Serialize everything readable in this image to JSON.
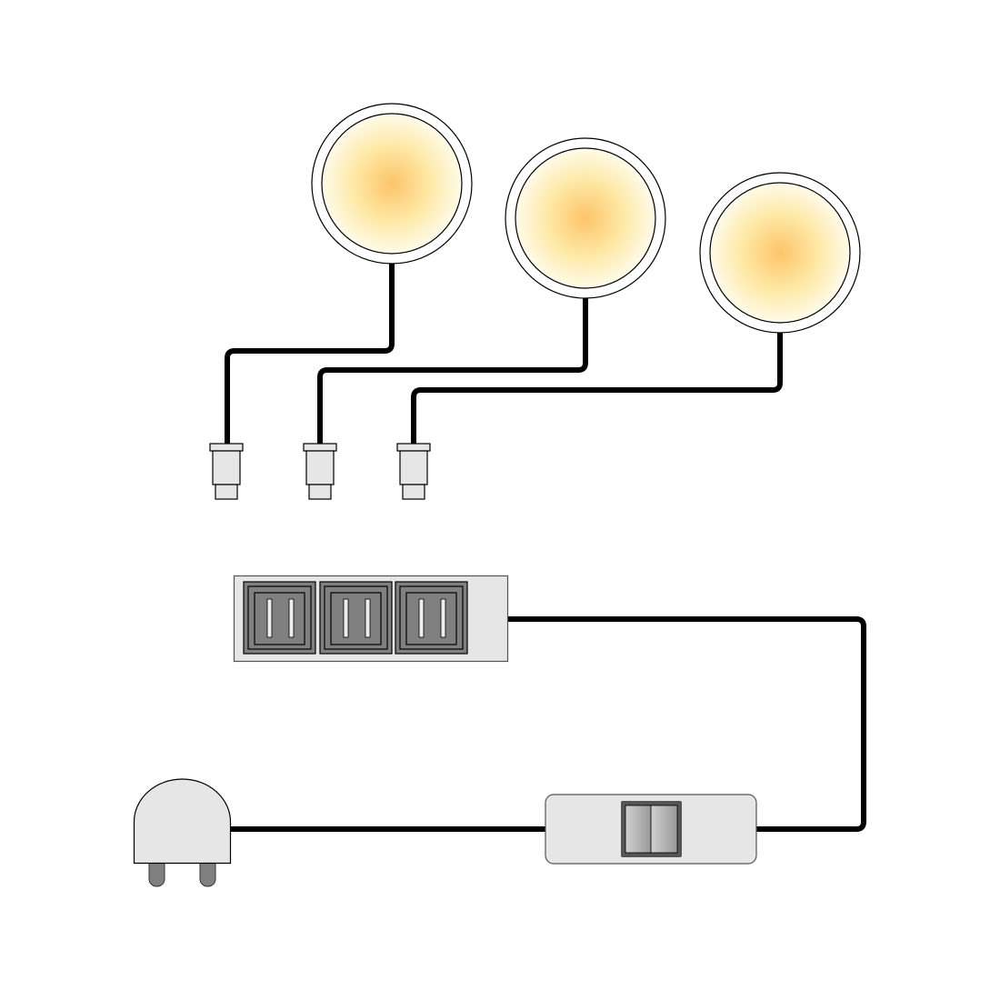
{
  "diagram": {
    "lights": [
      {
        "name": "light-1"
      },
      {
        "name": "light-2"
      },
      {
        "name": "light-3"
      }
    ],
    "colors": {
      "wire": "#000000",
      "light_center": "#fdc46a",
      "light_edge": "#fffbe8",
      "housing": "#e6e6e6",
      "socket": "#808080",
      "prong": "#808080"
    },
    "icons": [
      "light-icon",
      "connector-icon",
      "power-strip-icon",
      "switch-icon",
      "plug-icon"
    ]
  }
}
